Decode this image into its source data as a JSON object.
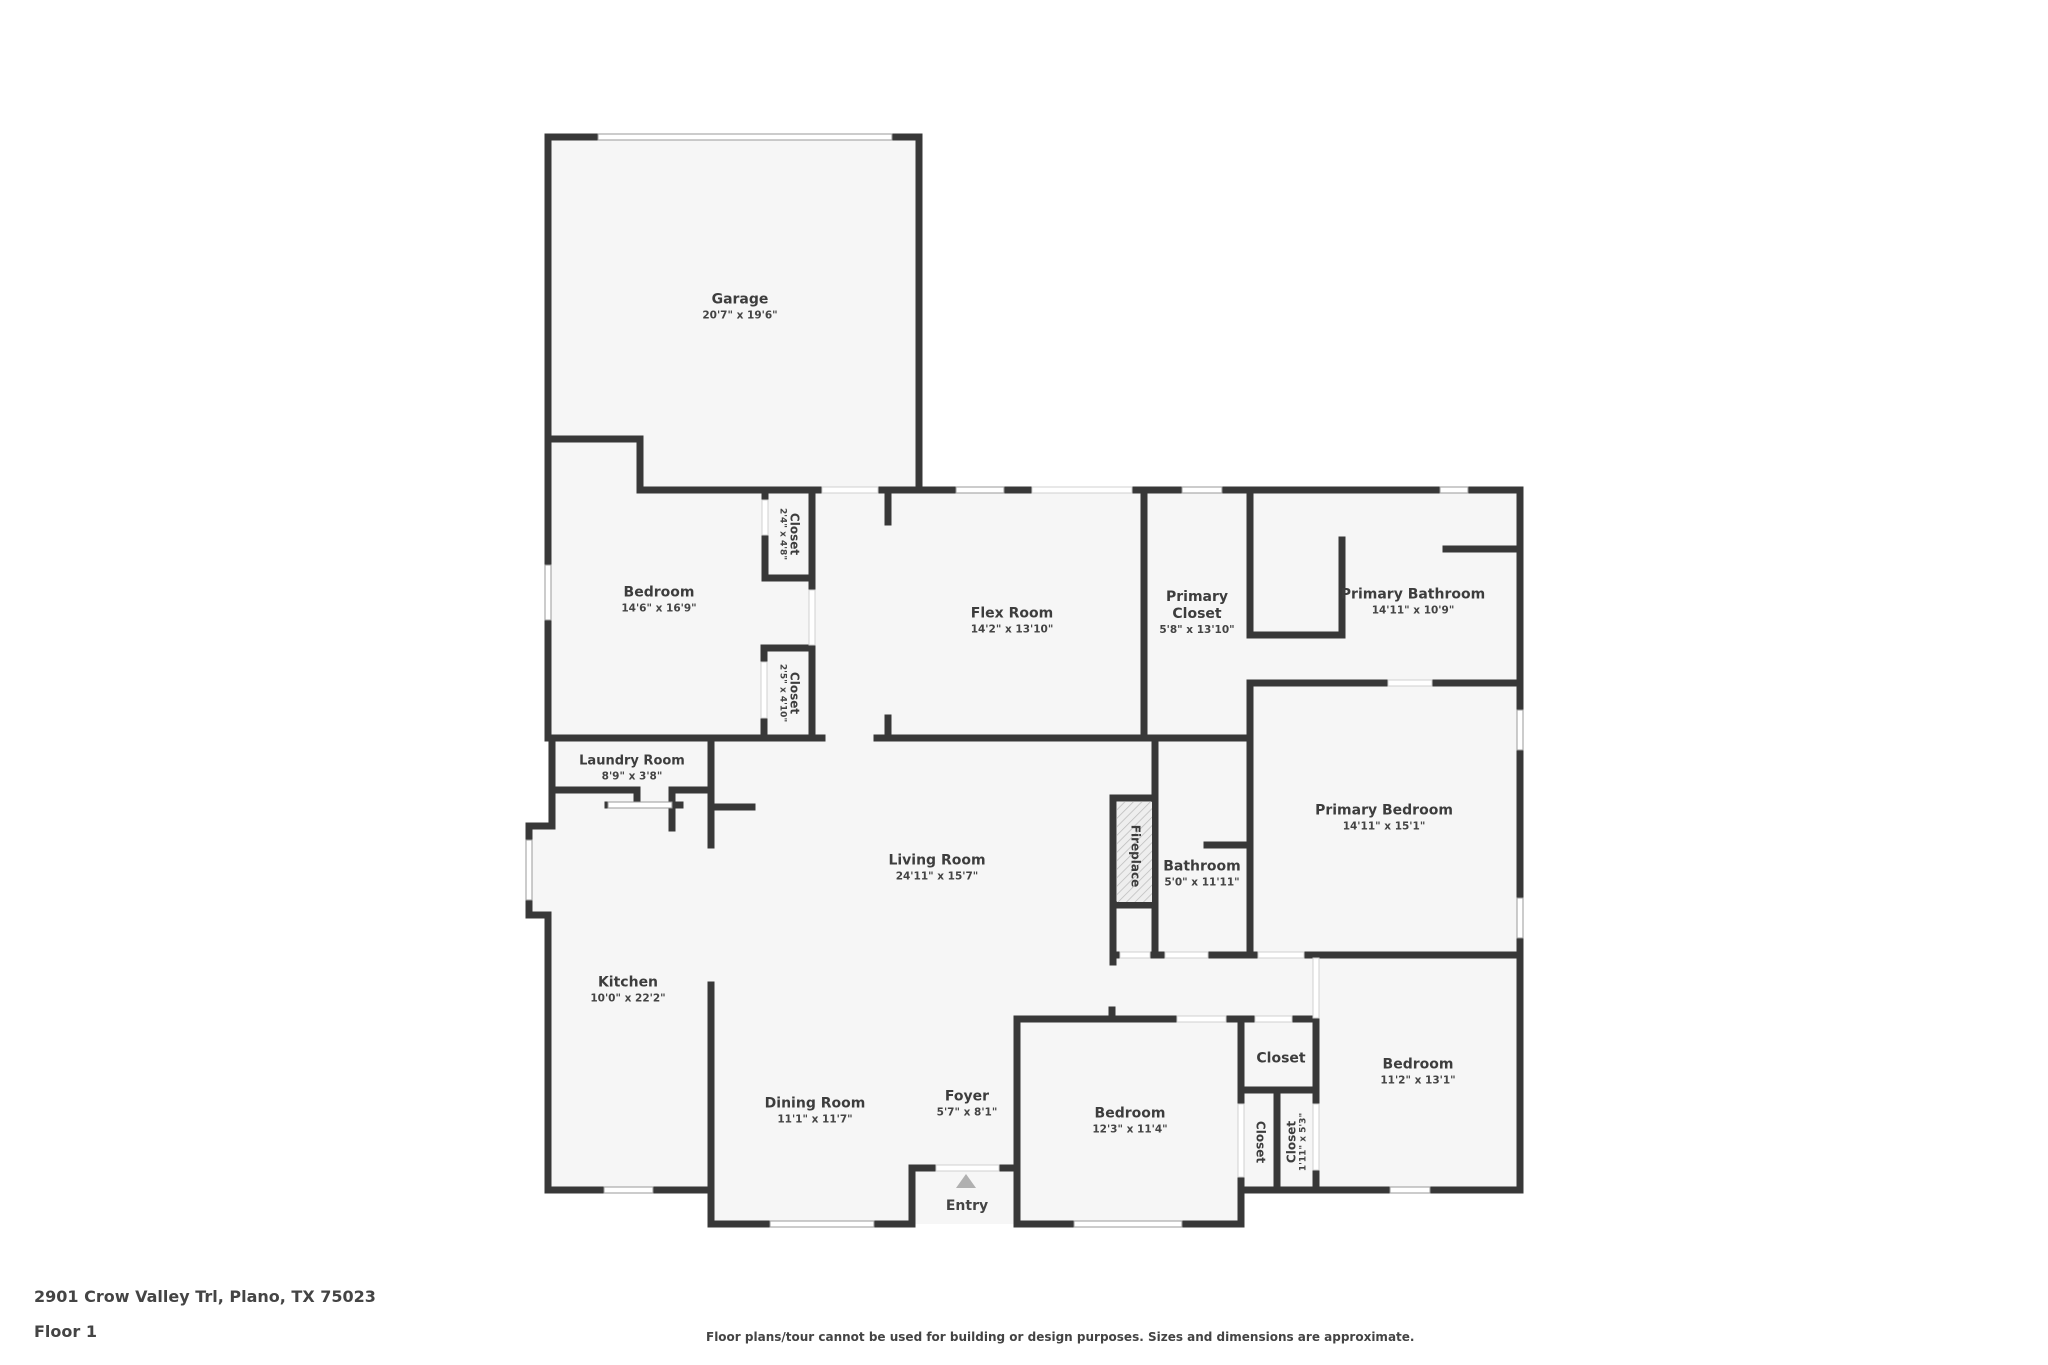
{
  "property": {
    "address": "2901 Crow Valley Trl, Plano, TX 75023",
    "floor": "Floor 1",
    "disclaimer": "Floor plans/tour cannot be used for building or design purposes. Sizes and dimensions are approximate."
  },
  "colors": {
    "wall": "#383838",
    "floor": "#f6f6f6",
    "background": "#ffffff",
    "text": "#3d3d3d",
    "entry_arrow": "#b0b0b0"
  },
  "rooms": {
    "garage": {
      "name": "Garage",
      "dim": "20'7\" x 19'6\""
    },
    "bedroom_nw": {
      "name": "Bedroom",
      "dim": "14'6\" x 16'9\""
    },
    "closet_nw_top": {
      "name": "Closet",
      "dim": "2'4\" x 4'8\""
    },
    "closet_nw_bottom": {
      "name": "Closet",
      "dim": "2'5\" x 4'10\""
    },
    "flex_room": {
      "name": "Flex Room",
      "dim": "14'2\" x 13'10\""
    },
    "primary_closet": {
      "name": "Primary Closet",
      "name_line1": "Primary",
      "name_line2": "Closet",
      "dim": "5'8\" x 13'10\""
    },
    "primary_bathroom": {
      "name": "Primary Bathroom",
      "dim": "14'11\" x 10'9\""
    },
    "laundry_room": {
      "name": "Laundry Room",
      "dim": "8'9\" x 3'8\""
    },
    "living_room": {
      "name": "Living Room",
      "dim": "24'11\" x 15'7\""
    },
    "fireplace": {
      "name": "Fireplace"
    },
    "bathroom": {
      "name": "Bathroom",
      "dim": "5'0\" x 11'11\""
    },
    "primary_bedroom": {
      "name": "Primary Bedroom",
      "dim": "14'11\" x 15'1\""
    },
    "kitchen": {
      "name": "Kitchen",
      "dim": "10'0\" x 22'2\""
    },
    "dining_room": {
      "name": "Dining Room",
      "dim": "11'1\" x 11'7\""
    },
    "foyer": {
      "name": "Foyer",
      "dim": "5'7\" x 8'1\""
    },
    "bedroom_s": {
      "name": "Bedroom",
      "dim": "12'3\" x 11'4\""
    },
    "closet_s_top": {
      "name": "Closet"
    },
    "closet_s_left": {
      "name": "Closet"
    },
    "closet_s_right": {
      "name": "Closet",
      "dim": "1'11\" x 5'3\""
    },
    "bedroom_se": {
      "name": "Bedroom",
      "dim": "11'2\" x 13'1\""
    }
  },
  "entry": {
    "label": "Entry",
    "icon": "triangle-up-arrow-icon"
  }
}
